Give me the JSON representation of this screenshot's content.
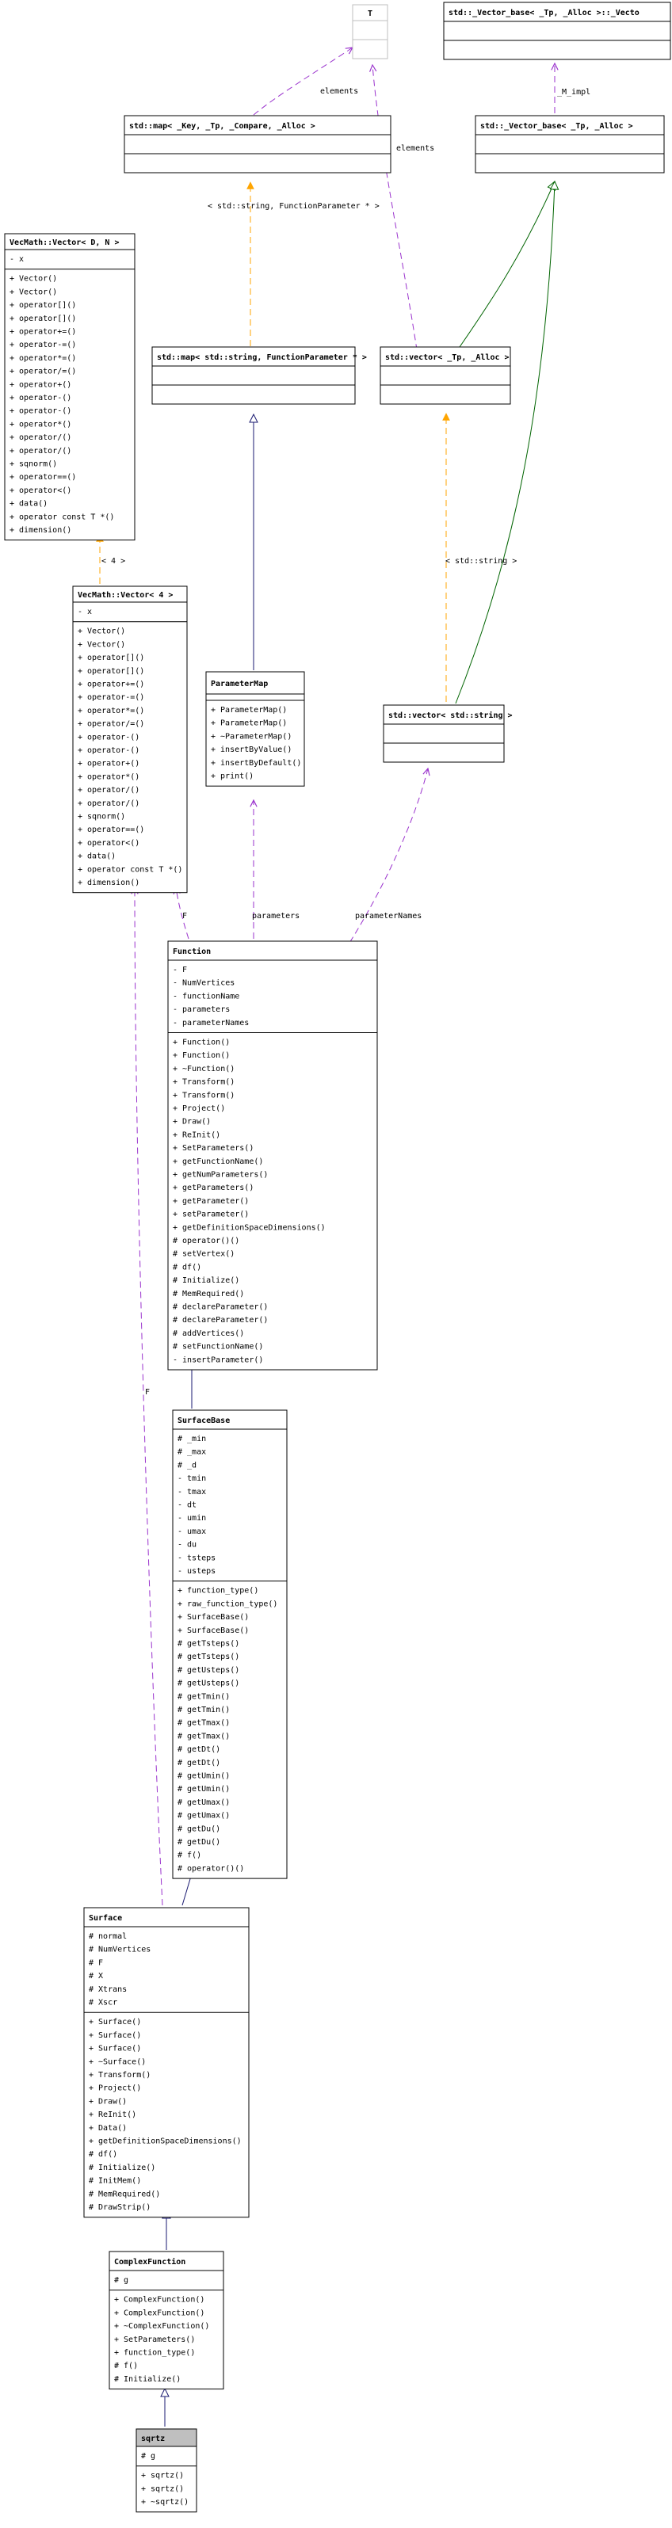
{
  "colors": {
    "node_border": "#000000",
    "node_fill": "#ffffff",
    "node_fill_focus": "#bfbfbf",
    "node_border_faded": "#bfbfbf",
    "inherit_edge": "#191970",
    "inherit_edge_template": "#006400",
    "usage_edge": "#9a32cd",
    "template_edge": "#ffa500"
  },
  "nodes": [
    {
      "id": "T",
      "title": "T",
      "members": [],
      "methods": [],
      "faded": true
    },
    {
      "id": "vector_base",
      "title": "std::_Vector_base< _Tp, _Alloc >::_Vecto",
      "members": [],
      "methods": []
    },
    {
      "id": "map_generic",
      "title": "std::map< _Key, _Tp, _Compare, _Alloc >",
      "members": [],
      "methods": []
    },
    {
      "id": "vector_base2",
      "title": "std::_Vector_base< _Tp, _Alloc >",
      "members": [],
      "methods": []
    },
    {
      "id": "vecmath_vector",
      "title": "VecMath::Vector< D, N >",
      "members": [
        "- x"
      ],
      "methods": [
        "+ Vector()",
        "+ Vector()",
        "+ operator[]()",
        "+ operator[]()",
        "+ operator+=()",
        "+ operator-=()",
        "+ operator*=()",
        "+ operator/=()",
        "+ operator+()",
        "+ operator-()",
        "+ operator-()",
        "+ operator*()",
        "+ operator/()",
        "+ operator/()",
        "+ sqnorm()",
        "+ operator==()",
        "+ operator<()",
        "+ data()",
        "+ operator const T *()",
        "+ dimension()"
      ]
    },
    {
      "id": "map_string",
      "title": "std::map< std::string, FunctionParameter * >",
      "members": [],
      "methods": []
    },
    {
      "id": "std_vector",
      "title": "std::vector< _Tp, _Alloc >",
      "members": [],
      "methods": []
    },
    {
      "id": "vecmath_vector4",
      "title": "VecMath::Vector< 4 >",
      "members": [
        "- x"
      ],
      "methods": [
        "+ Vector()",
        "+ Vector()",
        "+ operator[]()",
        "+ operator[]()",
        "+ operator+=()",
        "+ operator-=()",
        "+ operator*=()",
        "+ operator/=()",
        "+ operator-()",
        "+ operator-()",
        "+ operator+()",
        "+ operator*()",
        "+ operator/()",
        "+ operator/()",
        "+ sqnorm()",
        "+ operator==()",
        "+ operator<()",
        "+ data()",
        "+ operator const T *()",
        "+ dimension()"
      ]
    },
    {
      "id": "parametermap",
      "title": "ParameterMap",
      "members": [],
      "methods": [
        "+ ParameterMap()",
        "+ ParameterMap()",
        "+ ~ParameterMap()",
        "+ insertByValue()",
        "+ insertByDefault()",
        "+ print()"
      ]
    },
    {
      "id": "vector_string",
      "title": "std::vector< std::string >",
      "members": [],
      "methods": []
    },
    {
      "id": "function",
      "title": "Function",
      "members": [
        "- F",
        "- NumVertices",
        "- functionName",
        "- parameters",
        "- parameterNames"
      ],
      "methods": [
        "+ Function()",
        "+ Function()",
        "+ ~Function()",
        "+ Transform()",
        "+ Transform()",
        "+ Project()",
        "+ Draw()",
        "+ ReInit()",
        "+ SetParameters()",
        "+ getFunctionName()",
        "+ getNumParameters()",
        "+ getParameters()",
        "+ getParameter()",
        "+ setParameter()",
        "+ getDefinitionSpaceDimensions()",
        "# operator()()",
        "# setVertex()",
        "# df()",
        "# Initialize()",
        "# MemRequired()",
        "# declareParameter()",
        "# declareParameter()",
        "# addVertices()",
        "# setFunctionName()",
        "- insertParameter()"
      ]
    },
    {
      "id": "surfacebase",
      "title": "SurfaceBase",
      "members": [
        "# _min",
        "# _max",
        "# _d",
        "- tmin",
        "- tmax",
        "- dt",
        "- umin",
        "- umax",
        "- du",
        "- tsteps",
        "- usteps"
      ],
      "methods": [
        "+ function_type()",
        "+ raw_function_type()",
        "+ SurfaceBase()",
        "+ SurfaceBase()",
        "# getTsteps()",
        "# getTsteps()",
        "# getUsteps()",
        "# getUsteps()",
        "# getTmin()",
        "# getTmin()",
        "# getTmax()",
        "# getTmax()",
        "# getDt()",
        "# getDt()",
        "# getUmin()",
        "# getUmin()",
        "# getUmax()",
        "# getUmax()",
        "# getDu()",
        "# getDu()",
        "# f()",
        "# operator()()"
      ]
    },
    {
      "id": "surface",
      "title": "Surface",
      "members": [
        "# normal",
        "# NumVertices",
        "# F",
        "# X",
        "# Xtrans",
        "# Xscr"
      ],
      "methods": [
        "+ Surface()",
        "+ Surface()",
        "+ Surface()",
        "+ ~Surface()",
        "+ Transform()",
        "+ Project()",
        "+ Draw()",
        "+ ReInit()",
        "+ Data()",
        "+ getDefinitionSpaceDimensions()",
        "# df()",
        "# Initialize()",
        "# InitMem()",
        "# MemRequired()",
        "# DrawStrip()"
      ]
    },
    {
      "id": "complexfunction",
      "title": "ComplexFunction",
      "members": [
        "# g"
      ],
      "methods": [
        "+ ComplexFunction()",
        "+ ComplexFunction()",
        "+ ~ComplexFunction()",
        "+ SetParameters()",
        "+ function_type()",
        "# f()",
        "# Initialize()"
      ]
    },
    {
      "id": "sqrtz",
      "title": "sqrtz",
      "members": [
        "# g"
      ],
      "methods": [
        "+ sqrtz()",
        "+ sqrtz()",
        "+ ~sqrtz()"
      ],
      "focus": true
    }
  ],
  "edge_labels": {
    "elements_left": "elements",
    "elements_right": "elements",
    "m_impl": "_M_impl",
    "map_tmpl": "< std::string, FunctionParameter * >",
    "vec4_tmpl": "< 4 >",
    "vecstr_tmpl": "< std::string >",
    "F_function": "F",
    "parameters": "parameters",
    "parameterNames": "parameterNames",
    "F_surface": "F"
  }
}
